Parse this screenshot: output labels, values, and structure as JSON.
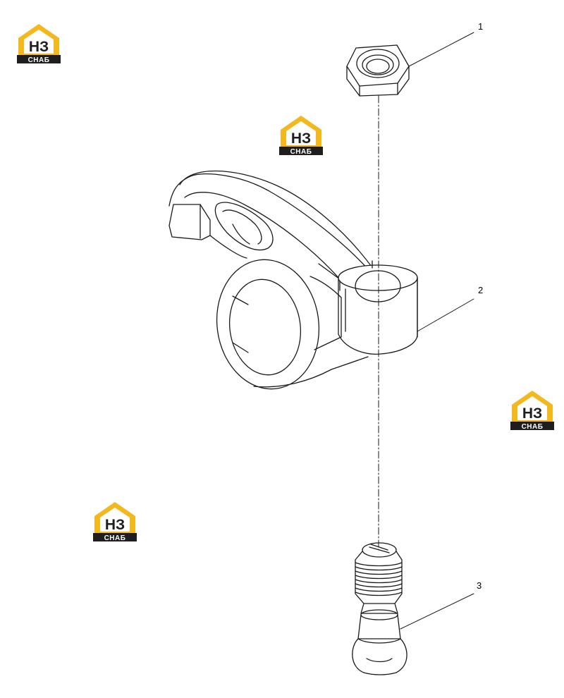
{
  "watermark": {
    "main_text": "НЗ",
    "sub_text": "СНАБ",
    "accent_color": "#f2b81d",
    "dark_color": "#1e1e1e"
  },
  "callouts": {
    "nut": "1",
    "rocker_arm": "2",
    "adjusting_screw": "3"
  }
}
